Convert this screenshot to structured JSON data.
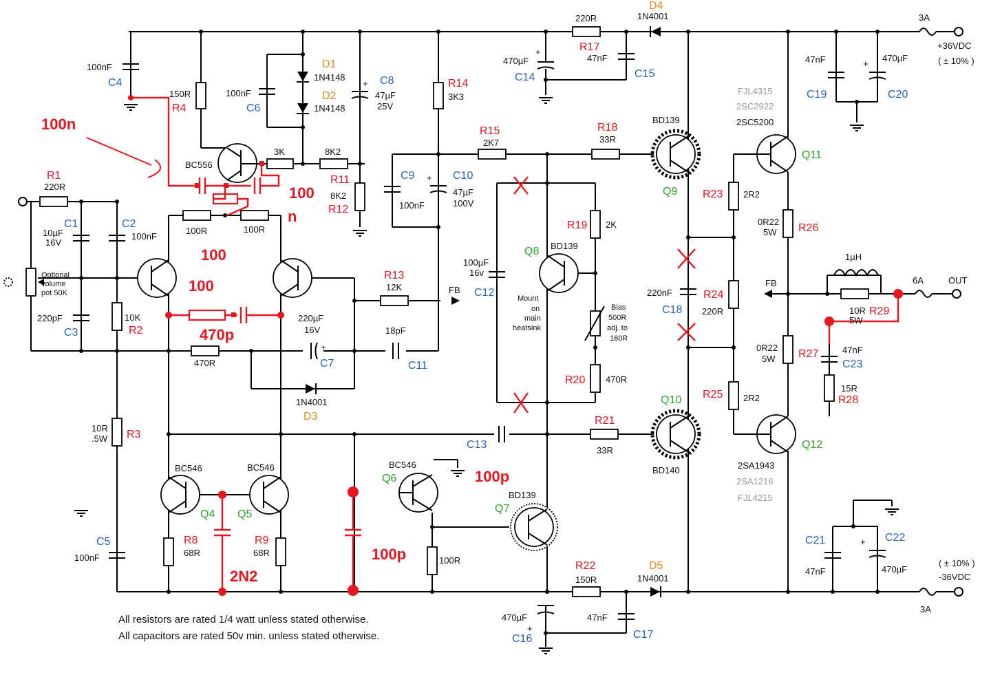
{
  "colors": {
    "wire": "#000000",
    "mod": "#e8141e",
    "ref_blue": "#2a63c4",
    "ref_red": "#e8141e",
    "ref_orange": "#e88a14",
    "ref_green": "#2aa52a",
    "alt_grey": "#999999"
  },
  "labels": {
    "R1": "R1",
    "R1v": "220R",
    "R2": "R2",
    "R2v": "10K",
    "R3": "R3",
    "R3v": "10R",
    "R3w": ".5W",
    "R4": "R4",
    "R4v": "150R",
    "R8": "R8",
    "R8v": "68R",
    "R9": "R9",
    "R9v": "68R",
    "R11": "R11",
    "R11v": "8K2",
    "R11v2": "8K2",
    "R12": "R12",
    "R12v": "3K",
    "R13": "R13",
    "R13v": "12K",
    "R14": "R14",
    "R14v": "3K3",
    "R15": "R15",
    "R15v": "2K7",
    "R17": "R17",
    "R17v": "220R",
    "R18": "R18",
    "R18v": "33R",
    "R19": "R19",
    "R19v": "2K",
    "R20": "R20",
    "R20v": "470R",
    "R21": "R21",
    "R21v": "33R",
    "R22": "R22",
    "R22v": "150R",
    "R23": "R23",
    "R23v": "2R2",
    "R24": "R24",
    "R24v": "220R",
    "R25": "R25",
    "R25v": "2R2",
    "R26": "R26",
    "R26v": "0R22",
    "R26w": "5W",
    "R27": "R27",
    "R27v": "0R22",
    "R27w": "5W",
    "R28": "R28",
    "R28v": "15R",
    "R29": "R29",
    "R29v": "10R",
    "R29w": "5W",
    "R100a": "100R",
    "R100b": "100R",
    "R470": "470R",
    "R100q": "100R",
    "C1": "C1",
    "C1v": "10µF",
    "C1v2": "16V",
    "C2": "C2",
    "C2v": "100nF",
    "C3": "C3",
    "C3v": "220pF",
    "C4": "C4",
    "C4v": "100nF",
    "C5": "C5",
    "C5v": "100nF",
    "C6": "C6",
    "C6v": "100nF",
    "C7": "C7",
    "C7v": "220µF",
    "C7v2": "16V",
    "C8": "C8",
    "C8v": "47µF",
    "C8v2": "25V",
    "C9": "C9",
    "C9v": "100nF",
    "C10": "C10",
    "C10v": "47µF",
    "C10v2": "100V",
    "C11": "C11",
    "C11v": "18pF",
    "C12": "C12",
    "C12v": "100µF",
    "C12v2": "16v",
    "C13": "C13",
    "C14": "C14",
    "C14v": "470µF",
    "C15": "C15",
    "C15v": "47nF",
    "C16": "C16",
    "C16v": "470µF",
    "C17": "C17",
    "C17v": "47nF",
    "C18": "C18",
    "C18v": "220nF",
    "C19": "C19",
    "C19v": "47nF",
    "C20": "C20",
    "C20v": "470µF",
    "C21": "C21",
    "C21v": "47nF",
    "C22": "C22",
    "C22v": "470µF",
    "C23": "C23",
    "C23v": "47nF",
    "D1": "D1",
    "D1v": "1N4148",
    "D2": "D2",
    "D2v": "1N4148",
    "D3": "D3",
    "D3v": "1N4001",
    "D4": "D4",
    "D4v": "1N4001",
    "D5": "D5",
    "D5v": "1N4001",
    "Q4": "Q4",
    "Q4v": "BC546",
    "Q5": "Q5",
    "Q5v": "BC546",
    "Q6": "Q6",
    "Q6v": "BC546",
    "Q7": "Q7",
    "Q7v": "BD139",
    "Q8": "Q8",
    "Q8v": "BD139",
    "Q9": "Q9",
    "Q9v": "BD139",
    "Q10": "Q10",
    "Q10v": "BD140",
    "Q11": "Q11",
    "Q11v1": "FJL4315",
    "Q11v2": "2SC2922",
    "Q11v3": "2SC5200",
    "Q12": "Q12",
    "Q12v1": "2SA1943",
    "Q12v2": "2SA1216",
    "Q12v3": "FJL4215",
    "BC556": "BC556",
    "L1": "1µH",
    "FB1": "FB",
    "FB2": "FB",
    "OUT": "OUT",
    "F6A": "6A",
    "F3Atop": "3A",
    "F3Abot": "3A",
    "pos_supply": "+36VDC",
    "pos_tol": "( ± 10% )",
    "neg_supply": "-36VDC",
    "neg_tol": "( ± 10% )",
    "pot1": "Optional",
    "pot2": "volume",
    "pot3": "pot 50K",
    "mount1": "Mount",
    "mount2": "on",
    "mount3": "main",
    "mount4": "heatsink",
    "bias1": "Bias",
    "bias2": "500R",
    "bias3": "adj. to",
    "bias4": "160R",
    "mod_100n_a": "100n",
    "mod_100_b": "100",
    "mod_n_b": "n",
    "mod_100_c": "100",
    "mod_100_d": "100",
    "mod_470p": "470p",
    "mod_100p_a": "100p",
    "mod_100p_b": "100p",
    "mod_2n2": "2N2"
  },
  "notes": {
    "line1": "All resistors are rated 1/4 watt unless stated otherwise.",
    "line2": "All capacitors are rated 50v min. unless stated otherwise."
  }
}
